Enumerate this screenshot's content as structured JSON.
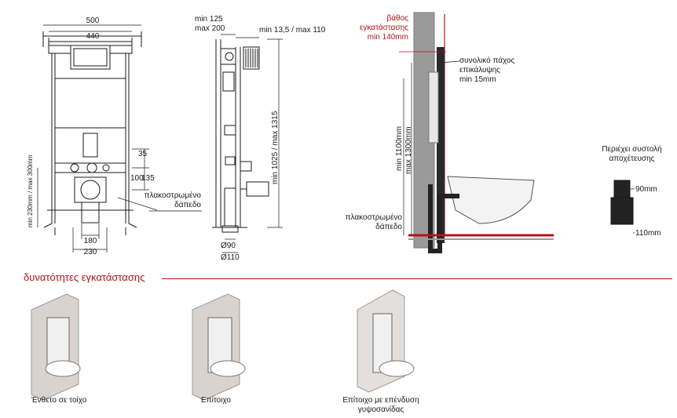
{
  "front_view": {
    "width_outer": "500",
    "width_inner": "440",
    "dim_35": "35",
    "dim_100": "100",
    "dim_135": "135",
    "left_vertical": "min 230mm / max 300mm",
    "tiled_floor": "πλακοστρωμένο δάπεδο",
    "bottom_180": "180",
    "bottom_230": "230"
  },
  "side_view": {
    "depth_min_125": "min 125",
    "depth_max_200": "max 200",
    "adjust": "min 13,5 / max 110",
    "height": "min 1025 / max 1315",
    "diam_90": "Ø90",
    "diam_110": "Ø110"
  },
  "install_view": {
    "install_depth_l1": "βάθος",
    "install_depth_l2": "εγκατάστασης",
    "install_depth_l3": "min 140mm",
    "cover_l1": "συνολικό πάχος",
    "cover_l2": "επικάλυψης",
    "cover_l3": "min 15mm",
    "height_1": "min 1100mm",
    "height_2": "max 1300mm",
    "floor_l1": "πλακοστρωμένο",
    "floor_l2": "δάπεδο"
  },
  "reducer": {
    "title_l1": "Περιέχει συστολή",
    "title_l2": "αποχέτευσης",
    "d90": "90mm",
    "d110": "110mm"
  },
  "section_title": "δυνατότητες εγκατάστασης",
  "options": [
    {
      "caption_l1": "Ένθετο σε τοίχο",
      "caption_l2": ""
    },
    {
      "caption_l1": "Επίτοιχο",
      "caption_l2": ""
    },
    {
      "caption_l1": "Επίτοιχο με επένδυση",
      "caption_l2": "γυψοσανίδας"
    }
  ],
  "colors": {
    "accent": "#b5121b",
    "wall": "#8a8a8a",
    "pipe": "#1a1a1a"
  }
}
